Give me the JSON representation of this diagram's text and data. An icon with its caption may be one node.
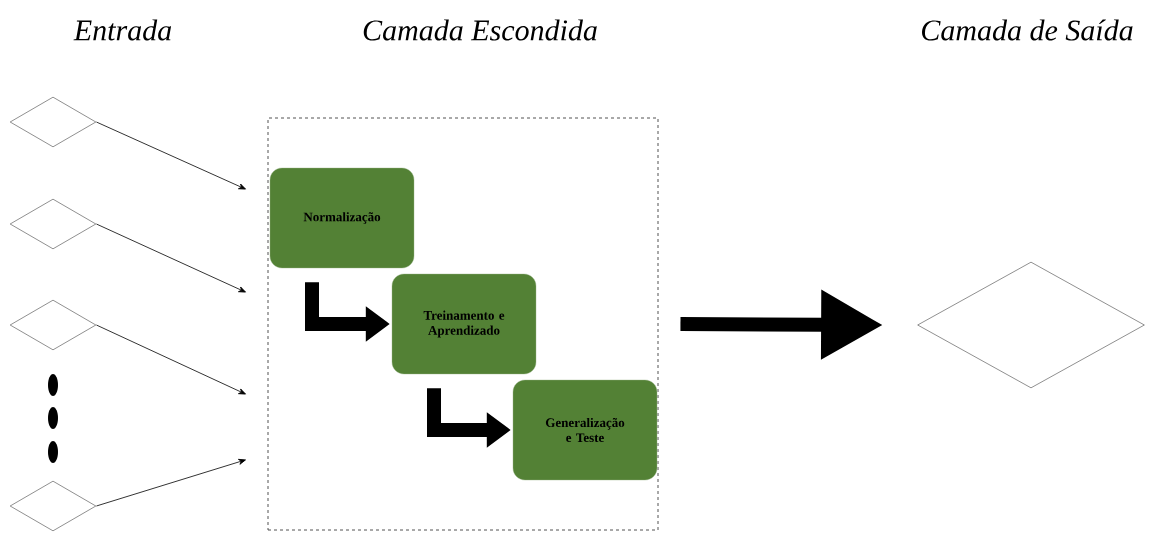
{
  "diagram": {
    "nodes": [
      {
        "text": [],
        "shape": "diamond"
      },
      {
        "text": [],
        "shape": "diamond"
      },
      {
        "text": [],
        "shape": "diamond"
      },
      {
        "text": [],
        "shape": "diamond"
      },
      {
        "text": [],
        "shape": "box"
      },
      {
        "text": [
          "Normalização"
        ],
        "in": 4
      },
      {
        "text": [
          "Treinamento e Aprendizado"
        ],
        "in": 4
      },
      {
        "text": [
          "Generalização e Teste"
        ],
        "in": 4
      },
      {
        "text": [],
        "shape": "diamond"
      }
    ],
    "edges": [
      {
        "from": 0,
        "to": 4,
        "arrow": "to"
      },
      {
        "from": 1,
        "to": 4,
        "arrow": "to"
      },
      {
        "from": 2,
        "to": 4,
        "arrow": "to"
      },
      {
        "from": 3,
        "to": 4,
        "arrow": "to"
      },
      {
        "from": 5,
        "to": 6,
        "arrow": "to",
        "style": "thick"
      },
      {
        "from": 6,
        "to": 7,
        "arrow": "to",
        "style": "thick"
      },
      {
        "from": 4,
        "to": 8,
        "arrow": "to",
        "style": "thick"
      }
    ],
    "labels": [
      "Entrada",
      "Camada Escondida",
      "Camada de Saída"
    ]
  }
}
